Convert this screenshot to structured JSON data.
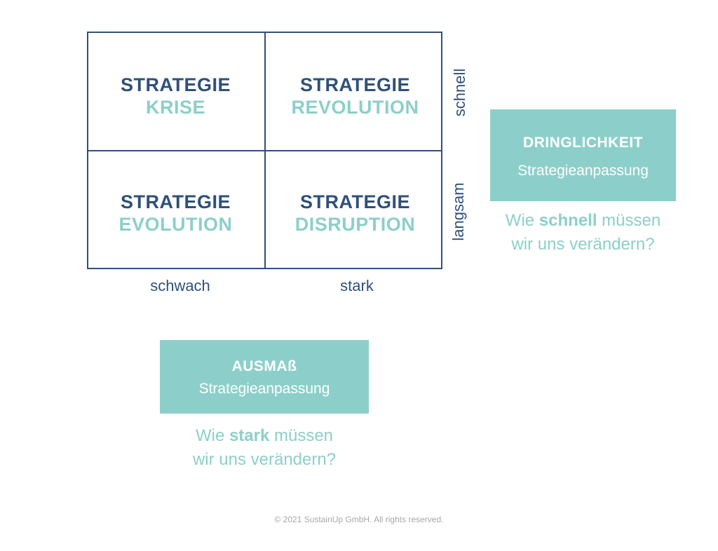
{
  "matrix": {
    "top_left": {
      "line1": "STRATEGIE",
      "line2": "KRISE"
    },
    "top_right": {
      "line1": "STRATEGIE",
      "line2": "REVOLUTION"
    },
    "bottom_left": {
      "line1": "STRATEGIE",
      "line2": "EVOLUTION"
    },
    "bottom_right": {
      "line1": "STRATEGIE",
      "line2": "DISRUPTION"
    }
  },
  "x_axis": {
    "left": "schwach",
    "right": "stark"
  },
  "y_axis": {
    "top": "schnell",
    "bottom": "langsam"
  },
  "urgency_box": {
    "title": "DRINGLICHKEIT",
    "subtitle": "Strategieanpassung"
  },
  "urgency_question": {
    "pre": "Wie ",
    "bold": "schnell",
    "post": " müssen",
    "line2": "wir uns verändern?"
  },
  "extent_box": {
    "title": "AUSMAß",
    "subtitle": "Strategieanpassung"
  },
  "extent_question": {
    "pre": "Wie ",
    "bold": "stark",
    "post": " müssen",
    "line2": "wir uns verändern?"
  },
  "footer": {
    "copyright": "© 2021 SustainUp GmbH. All rights reserved."
  },
  "colors": {
    "navy": "#2f5079",
    "teal": "#8ccfca",
    "grey": "#a8a8a8"
  }
}
